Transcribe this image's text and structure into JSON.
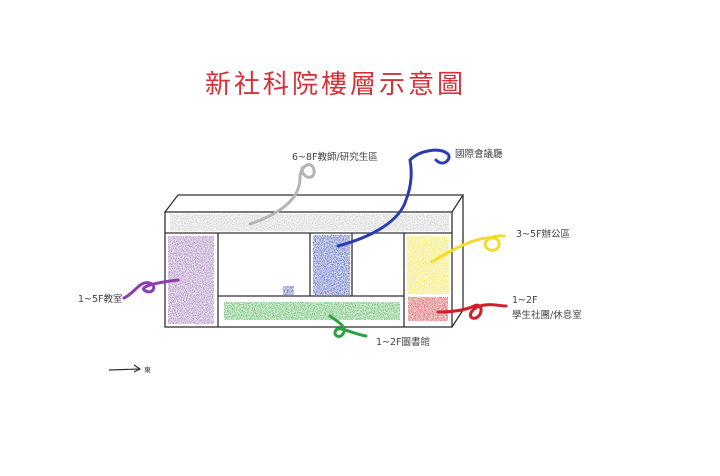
{
  "title": "新社科院樓層示意圖",
  "labels": {
    "top_left": "6~8F教師/研究生區",
    "top_right": "國際會議廳",
    "right_upper": "3~5F辦公區",
    "left": "1~5F教室",
    "right_lower_1": "1~2F",
    "right_lower_2": "學生社團/休息室",
    "bottom": "1~2F圖書館",
    "direction": "東"
  },
  "colors": {
    "title": "#d4323a",
    "gray_zone": "#c9c9c9",
    "blue_zone": "#3a4fb8",
    "purple_zone": "#9a6fb3",
    "yellow_zone": "#f2e23a",
    "green_zone": "#3fae45",
    "red_zone": "#d23333",
    "outline": "#333333"
  }
}
